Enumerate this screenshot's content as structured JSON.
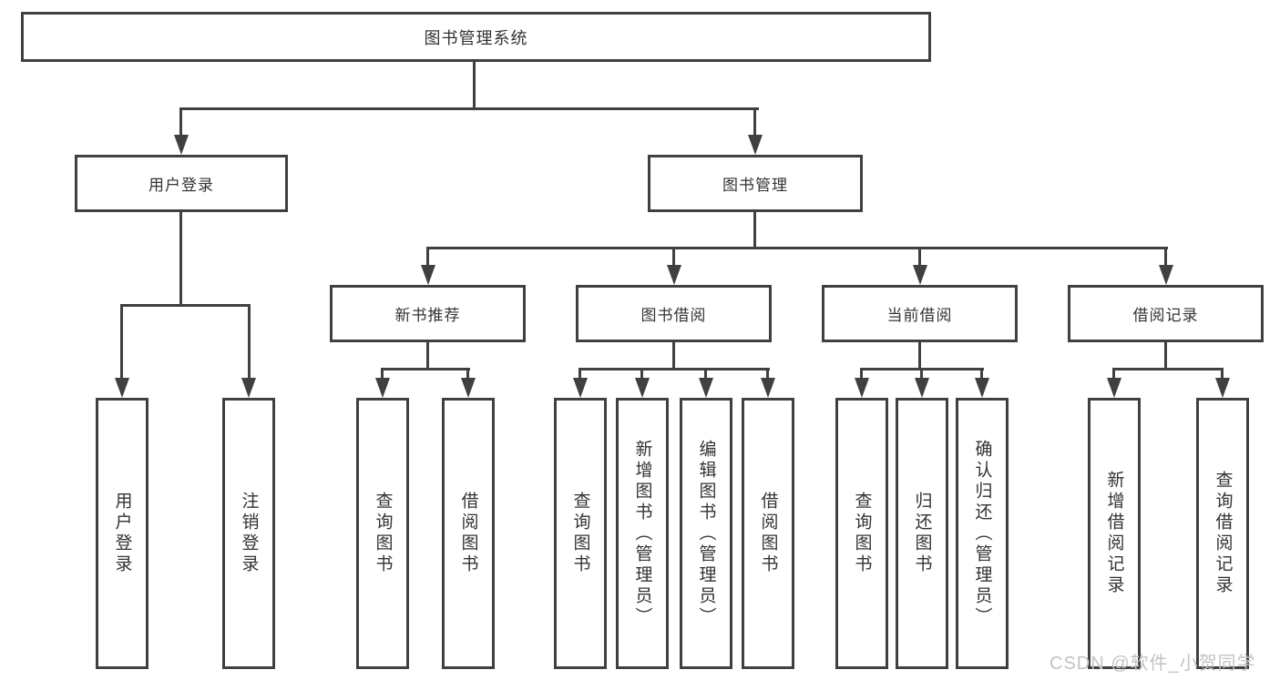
{
  "tree": {
    "root": "图书管理系统",
    "user_login": {
      "label": "用户登录",
      "children": [
        "用户登录",
        "注销登录"
      ]
    },
    "book_management": {
      "label": "图书管理",
      "sections": {
        "new_book_recommend": {
          "label": "新书推荐",
          "children": [
            "查询图书",
            "借阅图书"
          ]
        },
        "book_borrow": {
          "label": "图书借阅",
          "children": [
            "查询图书",
            "新增图书（管理员）",
            "编辑图书（管理员）",
            "借阅图书"
          ]
        },
        "current_borrow": {
          "label": "当前借阅",
          "children": [
            "查询图书",
            "归还图书",
            "确认归还（管理员）"
          ]
        },
        "borrow_record": {
          "label": "借阅记录",
          "children": [
            "新增借阅记录",
            "查询借阅记录"
          ]
        }
      }
    }
  },
  "watermark": "CSDN @软件_小贺同学",
  "colors": {
    "line": "#404040",
    "text": "#333333",
    "watermark": "#c3c3c3",
    "background": "#ffffff"
  }
}
